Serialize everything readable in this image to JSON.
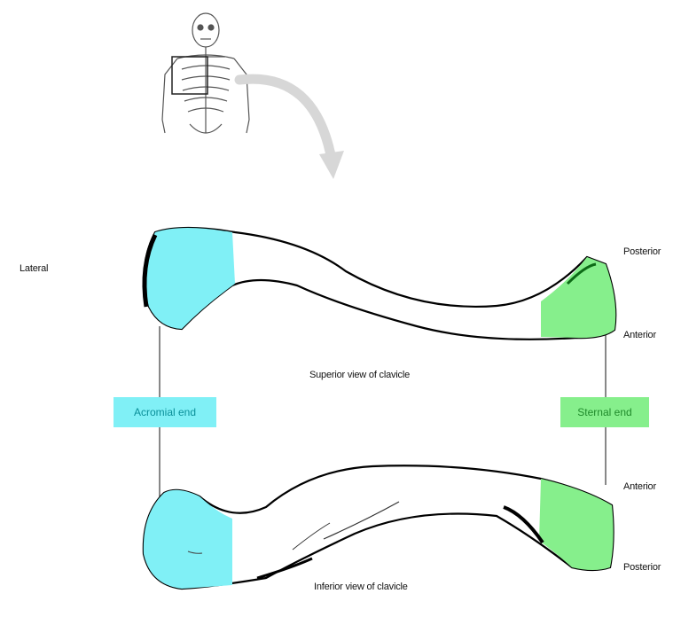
{
  "labels": {
    "lateral": "Lateral",
    "superior_posterior": "Posterior",
    "superior_anterior": "Anterior",
    "superior_caption": "Superior view of clavicle",
    "inferior_anterior": "Anterior",
    "inferior_posterior": "Posterior",
    "inferior_caption": "Inferior view of clavicle"
  },
  "regions": {
    "acromial": {
      "label": "Acromial end",
      "fill": "#80f0f6",
      "text_color": "#0a8f99"
    },
    "sternal": {
      "label": "Sternal end",
      "fill": "#86ef8c",
      "text_color": "#1f8a2a"
    }
  },
  "colors": {
    "outline": "#000000",
    "arrow": "#d7d7d7",
    "skeleton": "#555555"
  }
}
